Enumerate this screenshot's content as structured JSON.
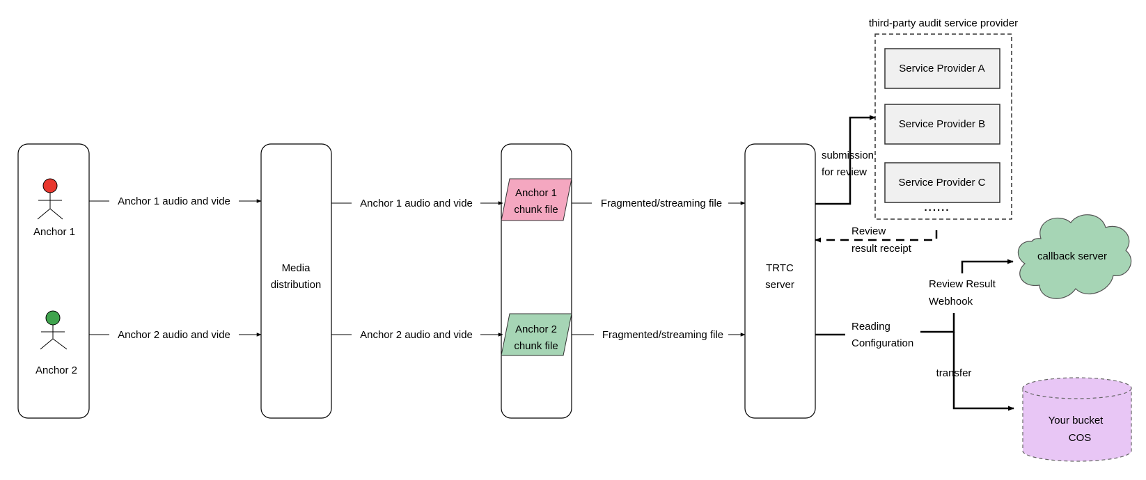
{
  "anchors": {
    "anchor1": {
      "label": "Anchor 1",
      "color": "#e8372e"
    },
    "anchor2": {
      "label": "Anchor 2",
      "color": "#3fa34d"
    }
  },
  "flows": {
    "anchor1_to_media": "Anchor 1 audio and vide",
    "anchor2_to_media": "Anchor 2 audio and vide",
    "media_to_chunk1": "Anchor 1 audio and vide",
    "media_to_chunk2": "Anchor 2 audio and vide",
    "chunk1_to_trtc": "Fragmented/streaming file",
    "chunk2_to_trtc": "Fragmented/streaming file"
  },
  "media": {
    "line1": "Media",
    "line2": "distribution"
  },
  "chunks": {
    "chunk1": {
      "line1": "Anchor 1",
      "line2": "chunk file",
      "color": "#f4a7c0"
    },
    "chunk2": {
      "line1": "Anchor 2",
      "line2": "chunk file",
      "color": "#a6d5b5"
    }
  },
  "trtc": {
    "line1": "TRTC",
    "line2": "server"
  },
  "audit": {
    "title": "third-party audit service provider",
    "providers": [
      "Service Provider A",
      "Service Provider B",
      "Service Provider C"
    ],
    "more": "......"
  },
  "edges": {
    "submission": {
      "line1": "submission",
      "line2": "for review"
    },
    "receipt": {
      "line1": "Review",
      "line2": "result receipt"
    },
    "reading": {
      "line1": "Reading",
      "line2": "Configuration"
    },
    "webhook": {
      "line1": "Review Result",
      "line2": "Webhook"
    },
    "transfer": "transfer"
  },
  "callback": {
    "label": "callback server",
    "color": "#a6d5b5"
  },
  "bucket": {
    "line1": "Your bucket",
    "line2": "COS",
    "color": "#e8c6f5"
  }
}
